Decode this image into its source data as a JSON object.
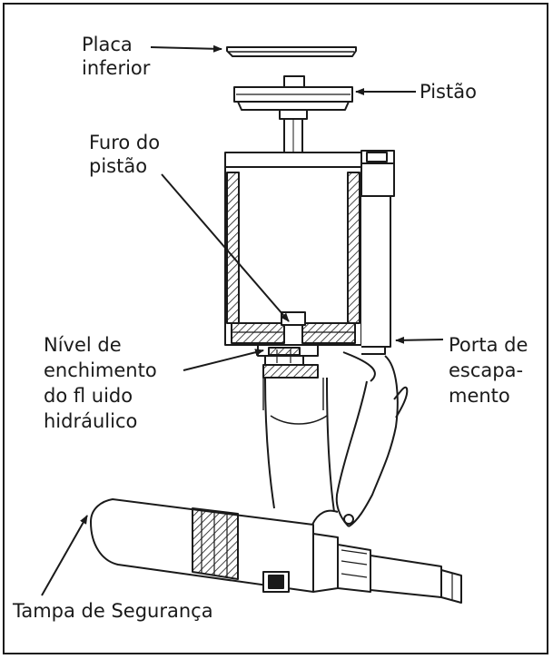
{
  "labels": {
    "placa_inferior": [
      "Placa",
      "inferior"
    ],
    "pistao": [
      "Pistão"
    ],
    "furo_do_pistao": [
      "Furo do",
      "pistão"
    ],
    "nivel_enchimento": [
      "Nível de",
      "enchimento",
      "do fl uido",
      "hidráulico"
    ],
    "porta_escapamento": [
      "Porta de",
      "escapa-",
      "mento"
    ],
    "tampa_seguranca": [
      "Tampa de Segurança"
    ]
  }
}
